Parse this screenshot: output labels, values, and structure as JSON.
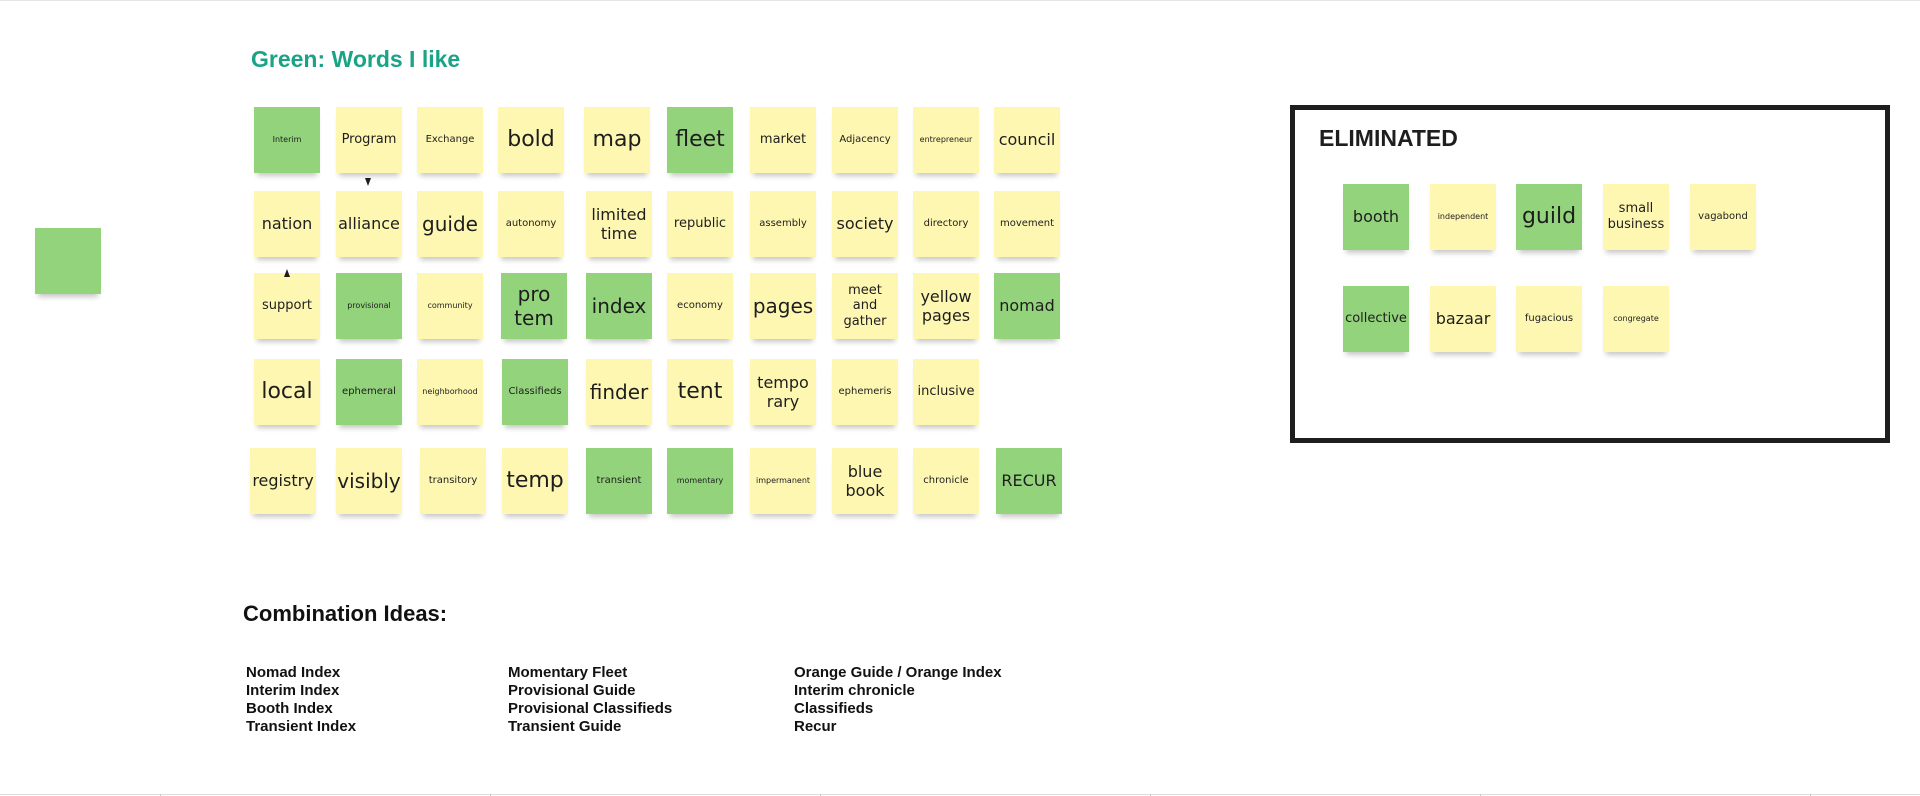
{
  "board": {
    "title": "Green: Words I like",
    "stray_note": {
      "text": "",
      "color": "green"
    },
    "notes": [
      {
        "text": "Interim",
        "color": "green"
      },
      {
        "text": "Program",
        "color": "yellow"
      },
      {
        "text": "Exchange",
        "color": "yellow"
      },
      {
        "text": "bold",
        "color": "yellow"
      },
      {
        "text": "map",
        "color": "yellow"
      },
      {
        "text": "fleet",
        "color": "green"
      },
      {
        "text": "market",
        "color": "yellow"
      },
      {
        "text": "Adjacency",
        "color": "yellow"
      },
      {
        "text": "entrepreneur",
        "color": "yellow"
      },
      {
        "text": "council",
        "color": "yellow"
      },
      {
        "text": "nation",
        "color": "yellow"
      },
      {
        "text": "alliance",
        "color": "yellow"
      },
      {
        "text": "guide",
        "color": "yellow"
      },
      {
        "text": "autonomy",
        "color": "yellow"
      },
      {
        "text": "limited\ntime",
        "color": "yellow"
      },
      {
        "text": "republic",
        "color": "yellow"
      },
      {
        "text": "assembly",
        "color": "yellow"
      },
      {
        "text": "society",
        "color": "yellow"
      },
      {
        "text": "directory",
        "color": "yellow"
      },
      {
        "text": "movement",
        "color": "yellow"
      },
      {
        "text": "support",
        "color": "yellow"
      },
      {
        "text": "provisional",
        "color": "green"
      },
      {
        "text": "community",
        "color": "yellow"
      },
      {
        "text": "pro\ntem",
        "color": "green"
      },
      {
        "text": "index",
        "color": "green"
      },
      {
        "text": "economy",
        "color": "yellow"
      },
      {
        "text": "pages",
        "color": "yellow"
      },
      {
        "text": "meet\nand\ngather",
        "color": "yellow"
      },
      {
        "text": "yellow\npages",
        "color": "yellow"
      },
      {
        "text": "nomad",
        "color": "green"
      },
      {
        "text": "local",
        "color": "yellow"
      },
      {
        "text": "ephemeral",
        "color": "green"
      },
      {
        "text": "neighborhood",
        "color": "yellow"
      },
      {
        "text": "Classifieds",
        "color": "green"
      },
      {
        "text": "finder",
        "color": "yellow"
      },
      {
        "text": "tent",
        "color": "yellow"
      },
      {
        "text": "tempo\nrary",
        "color": "yellow"
      },
      {
        "text": "ephemeris",
        "color": "yellow"
      },
      {
        "text": "inclusive",
        "color": "yellow"
      },
      {
        "text": "registry",
        "color": "yellow"
      },
      {
        "text": "visibly",
        "color": "yellow"
      },
      {
        "text": "transitory",
        "color": "yellow"
      },
      {
        "text": "temp",
        "color": "yellow"
      },
      {
        "text": "transient",
        "color": "green"
      },
      {
        "text": "momentary",
        "color": "green"
      },
      {
        "text": "impermanent",
        "color": "yellow"
      },
      {
        "text": "blue\nbook",
        "color": "yellow"
      },
      {
        "text": "chronicle",
        "color": "yellow"
      },
      {
        "text": "RECUR",
        "color": "green"
      }
    ]
  },
  "eliminated": {
    "title": "ELIMINATED",
    "notes": [
      {
        "text": "booth",
        "color": "green"
      },
      {
        "text": "independent",
        "color": "yellow"
      },
      {
        "text": "guild",
        "color": "green"
      },
      {
        "text": "small\nbusiness",
        "color": "yellow"
      },
      {
        "text": "vagabond",
        "color": "yellow"
      },
      {
        "text": "collective",
        "color": "green"
      },
      {
        "text": "bazaar",
        "color": "yellow"
      },
      {
        "text": "fugacious",
        "color": "yellow"
      },
      {
        "text": "congregate",
        "color": "yellow"
      }
    ]
  },
  "combinations": {
    "title": "Combination Ideas:",
    "columns": [
      [
        "Nomad Index",
        "Interim Index",
        "Booth Index",
        "Transient Index"
      ],
      [
        "Momentary Fleet",
        "Provisional Guide",
        "Provisional Classifieds",
        "Transient Guide"
      ],
      [
        "Orange Guide / Orange Index",
        "Interim chronicle",
        "Classifieds",
        "Recur"
      ]
    ]
  },
  "colors": {
    "title_green": "#1aa386",
    "note_green": "#92d37c",
    "note_yellow": "#fef7b2",
    "frame_border": "#1e1e1e"
  }
}
